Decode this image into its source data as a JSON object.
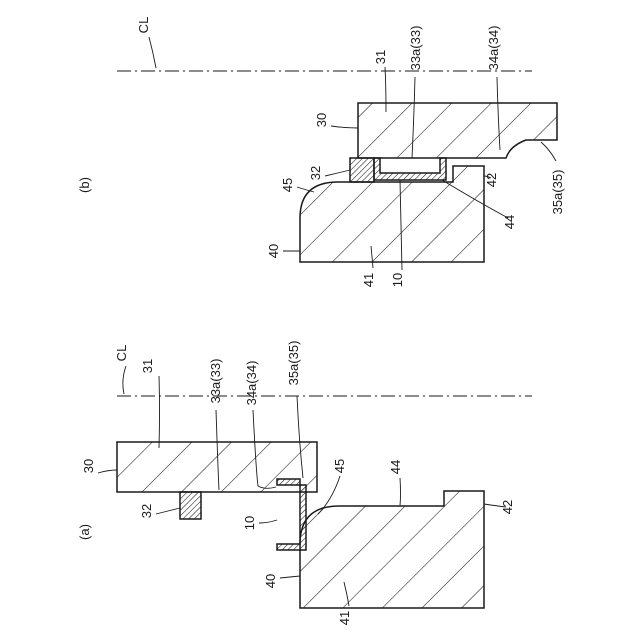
{
  "panels": {
    "a": {
      "tag": "(a)",
      "labels": {
        "cl": "CL",
        "p31": "31",
        "p33a": "33a(33)",
        "p34a": "34a(34)",
        "p35a": "35a(35)",
        "p30": "30",
        "p32": "32",
        "p10": "10",
        "p45": "45",
        "p44": "44",
        "p42": "42",
        "p40": "40",
        "p41": "41"
      }
    },
    "b": {
      "tag": "(b)",
      "labels": {
        "cl": "CL",
        "p31": "31",
        "p33a": "33a(33)",
        "p34a": "34a(34)",
        "p30": "30",
        "p32": "32",
        "p45": "45",
        "p42": "42",
        "p44": "44",
        "p35a": "35a(35)",
        "p40": "40",
        "p41": "41",
        "p10": "10"
      }
    }
  }
}
